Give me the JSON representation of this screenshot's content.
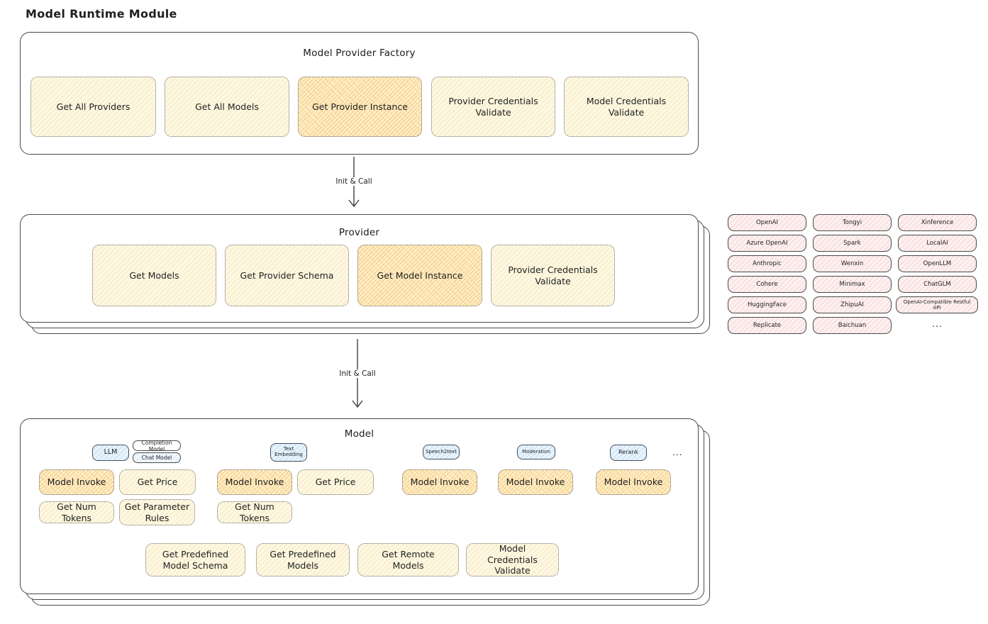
{
  "page_title": "Model Runtime Module",
  "factory": {
    "title": "Model Provider Factory",
    "items": [
      {
        "label": "Get All Providers",
        "highlight": false
      },
      {
        "label": "Get All Models",
        "highlight": false
      },
      {
        "label": "Get Provider Instance",
        "highlight": true
      },
      {
        "label": "Provider Credentials Validate",
        "highlight": false
      },
      {
        "label": "Model Credentials Validate",
        "highlight": false
      }
    ]
  },
  "arrows": {
    "factory_to_provider": "Init & Call",
    "provider_to_model": "Init & Call"
  },
  "provider": {
    "title": "Provider",
    "items": [
      {
        "label": "Get Models",
        "highlight": false
      },
      {
        "label": "Get Provider Schema",
        "highlight": false
      },
      {
        "label": "Get Model Instance",
        "highlight": true
      },
      {
        "label": "Provider Credentials Validate",
        "highlight": false
      }
    ]
  },
  "provider_list": {
    "items": [
      "OpenAI",
      "Tongyi",
      "Xinference",
      "Azure OpenAI",
      "Spark",
      "LocalAI",
      "Anthropic",
      "Wenxin",
      "OpenLLM",
      "Cohere",
      "Minimax",
      "ChatGLM",
      "HuggingFace",
      "ZhipuAI",
      "OpenAI-Compatible Restful API",
      "Replicate",
      "Baichuan"
    ],
    "more": "..."
  },
  "model": {
    "title": "Model",
    "types": {
      "llm": "LLM",
      "completion_model": "Completion Model",
      "chat_model": "Chat Model",
      "text_embedding": "Text Embedding",
      "speech2text": "Speech2text",
      "moderation": "Moderation",
      "rerank": "Rerank",
      "more": "..."
    },
    "ops": {
      "model_invoke": "Model Invoke",
      "get_price": "Get Price",
      "get_num_tokens": "Get Num Tokens",
      "get_parameter_rules": "Get Parameter Rules"
    },
    "bottom": [
      "Get Predefined Model Schema",
      "Get Predefined Models",
      "Get Remote Models",
      "Model Credentials Validate"
    ]
  },
  "colors": {
    "yellow_fill": "#fdf8e4",
    "orange_highlight_fill": "#fdeecb",
    "pink_fill": "#fdf0f0",
    "blue_fill": "#e8f3fc",
    "ink": "#1f1f1f"
  }
}
